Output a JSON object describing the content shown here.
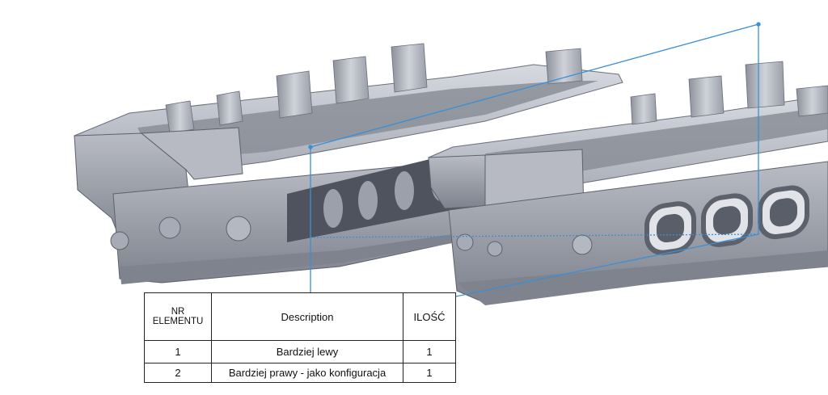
{
  "bom_table": {
    "headers": {
      "item_no_line1": "NR",
      "item_no_line2": "ELEMENTU",
      "description": "Description",
      "qty": "ILOŚĆ"
    },
    "rows": [
      {
        "item_no": "1",
        "description": "Bardziej lewy",
        "qty": "1"
      },
      {
        "item_no": "2",
        "description": "Bardziej prawy - jako konfiguracja",
        "qty": "1"
      }
    ]
  },
  "colors": {
    "metal_light": "#c9ccd4",
    "metal_mid": "#9ea2ad",
    "metal_dark": "#5e626c",
    "balloon_line": "#3b8fd4"
  },
  "model": {
    "parts": [
      "cylinder-head-left",
      "cylinder-head-right"
    ]
  }
}
